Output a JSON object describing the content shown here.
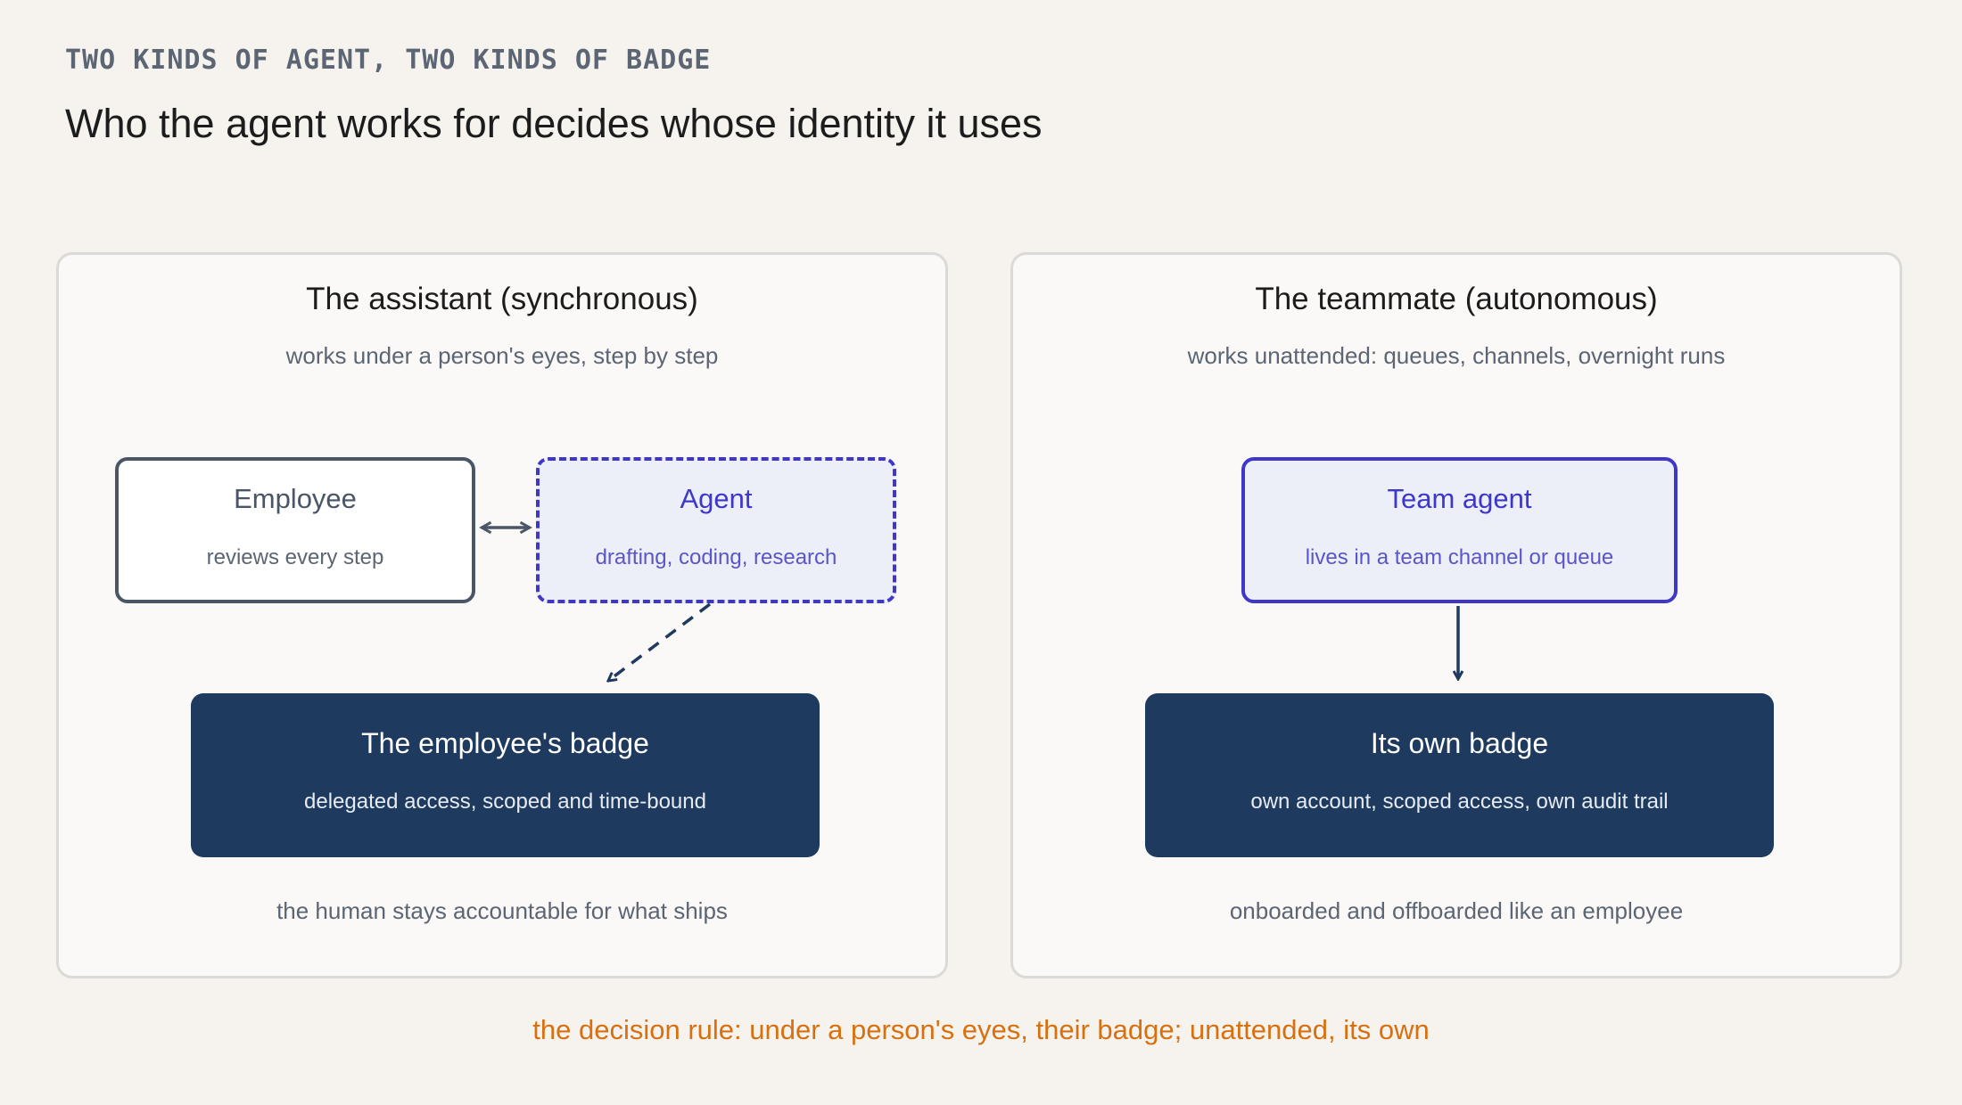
{
  "header": {
    "eyebrow": "TWO KINDS OF AGENT, TWO KINDS OF BADGE",
    "title": "Who the agent works for decides whose identity it uses"
  },
  "panels": [
    {
      "title": "The assistant  (synchronous)",
      "subtitle": "works under a person's eyes, step by step",
      "employee": {
        "title": "Employee",
        "subtitle": "reviews every step"
      },
      "agent": {
        "title": "Agent",
        "subtitle": "drafting, coding, research"
      },
      "badge": {
        "title": "The employee's badge",
        "subtitle": "delegated access, scoped and time-bound"
      },
      "footer": "the human stays accountable for what ships"
    },
    {
      "title": "The teammate  (autonomous)",
      "subtitle": "works unattended: queues, channels, overnight runs",
      "agent": {
        "title": "Team agent",
        "subtitle": "lives in a team channel or queue"
      },
      "badge": {
        "title": "Its own badge",
        "subtitle": "own account, scoped access, own audit trail"
      },
      "footer": "onboarded and offboarded like an employee"
    }
  ],
  "decision_rule": "the decision rule: under a person's eyes, their badge; unattended, its own",
  "colors": {
    "background": "#f6f3ee",
    "agent_accent": "#3f37c9",
    "badge": "#1e3a5f",
    "decision": "#d9700f",
    "arrow": "#1e3a5f"
  }
}
